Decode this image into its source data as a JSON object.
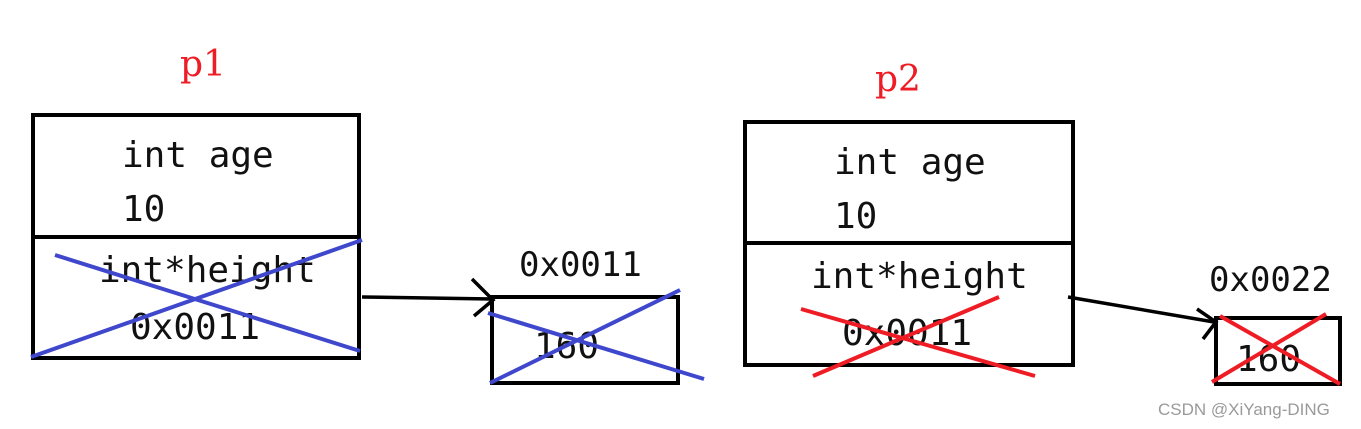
{
  "objects": {
    "p1": {
      "name": "p1",
      "age_label": "int age",
      "age_value": "10",
      "height_label": "int*height",
      "height_value": "0x0011"
    },
    "p2": {
      "name": "p2",
      "age_label": "int age",
      "age_value": "10",
      "height_label": "int*height",
      "height_value": "0x0011"
    }
  },
  "heap": {
    "block1": {
      "address": "0x0011",
      "value": "160"
    },
    "block2": {
      "address": "0x0022",
      "value": "160"
    }
  },
  "watermark": "CSDN @XiYang-DING",
  "colors": {
    "label_red": "#ee1c24",
    "cross_blue": "#3f48cc",
    "cross_red": "#ee1c24",
    "box_stroke": "#000000"
  }
}
